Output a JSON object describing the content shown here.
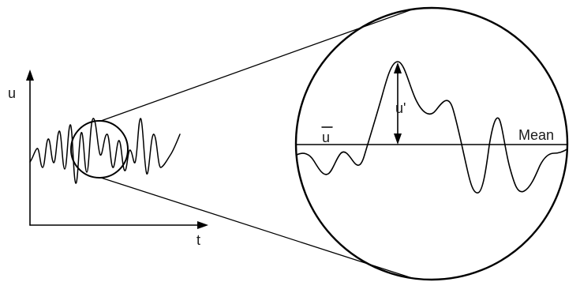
{
  "diagram": {
    "labels": {
      "y_axis": "u",
      "x_axis": "t",
      "mean_symbol": "u",
      "fluctuation_symbol": "u'",
      "mean_line": "Mean"
    },
    "colors": {
      "ink": "#000000",
      "background": "#ffffff"
    }
  }
}
